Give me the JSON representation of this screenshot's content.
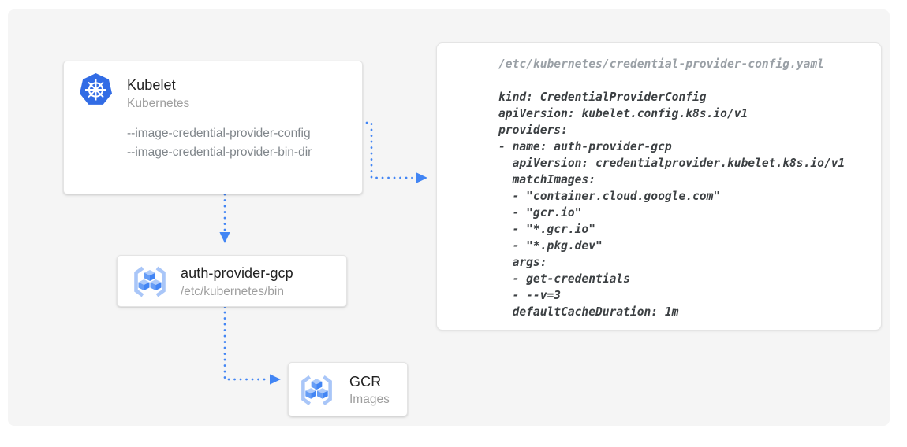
{
  "colors": {
    "arrow_blue": "#4285f4",
    "kubernetes_blue": "#326ce5",
    "gcr_bracket": "#a9c6f8",
    "gcr_cube_top": "#aecbfa",
    "gcr_cube_left": "#669df6",
    "gcr_cube_right": "#4285f4",
    "canvas_bg": "#f5f5f5",
    "card_bg": "#ffffff"
  },
  "nodes": {
    "kubelet": {
      "title": "Kubelet",
      "subtitle": "Kubernetes",
      "flags": [
        "--image-credential-provider-config",
        "--image-credential-provider-bin-dir"
      ]
    },
    "auth_provider": {
      "title": "auth-provider-gcp",
      "subtitle": "/etc/kubernetes/bin"
    },
    "gcr": {
      "title": "GCR",
      "subtitle": "Images"
    }
  },
  "code_panel": {
    "title": "/etc/kubernetes/credential-provider-config.yaml",
    "lines": [
      "kind: CredentialProviderConfig",
      "apiVersion: kubelet.config.k8s.io/v1",
      "providers:",
      "- name: auth-provider-gcp",
      "  apiVersion: credentialprovider.kubelet.k8s.io/v1",
      "  matchImages:",
      "  - \"container.cloud.google.com\"",
      "  - \"gcr.io\"",
      "  - \"*.gcr.io\"",
      "  - \"*.pkg.dev\"",
      "  args:",
      "  - get-credentials",
      "  - --v=3",
      "  defaultCacheDuration: 1m"
    ]
  }
}
